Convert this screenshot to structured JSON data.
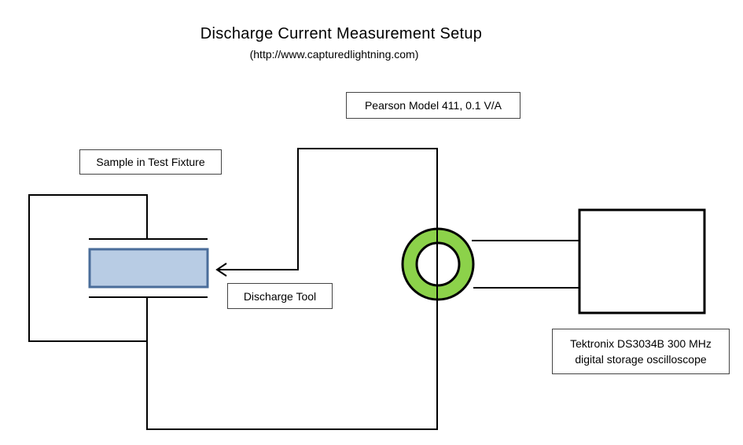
{
  "title": "Discharge Current Measurement Setup",
  "subtitle": "(http://www.capturedlightning.com)",
  "labels": {
    "probe": "Pearson Model 411, 0.1 V/A",
    "sample": "Sample in Test Fixture",
    "discharge_tool": "Discharge Tool",
    "scope_line1": "Tektronix DS3034B 300 MHz",
    "scope_line2": "digital storage oscilloscope"
  },
  "colors": {
    "sample_fill": "#b8cce4",
    "sample_stroke": "#4a6d9a",
    "probe_ring": "#8cd24a",
    "wire": "#000000"
  }
}
